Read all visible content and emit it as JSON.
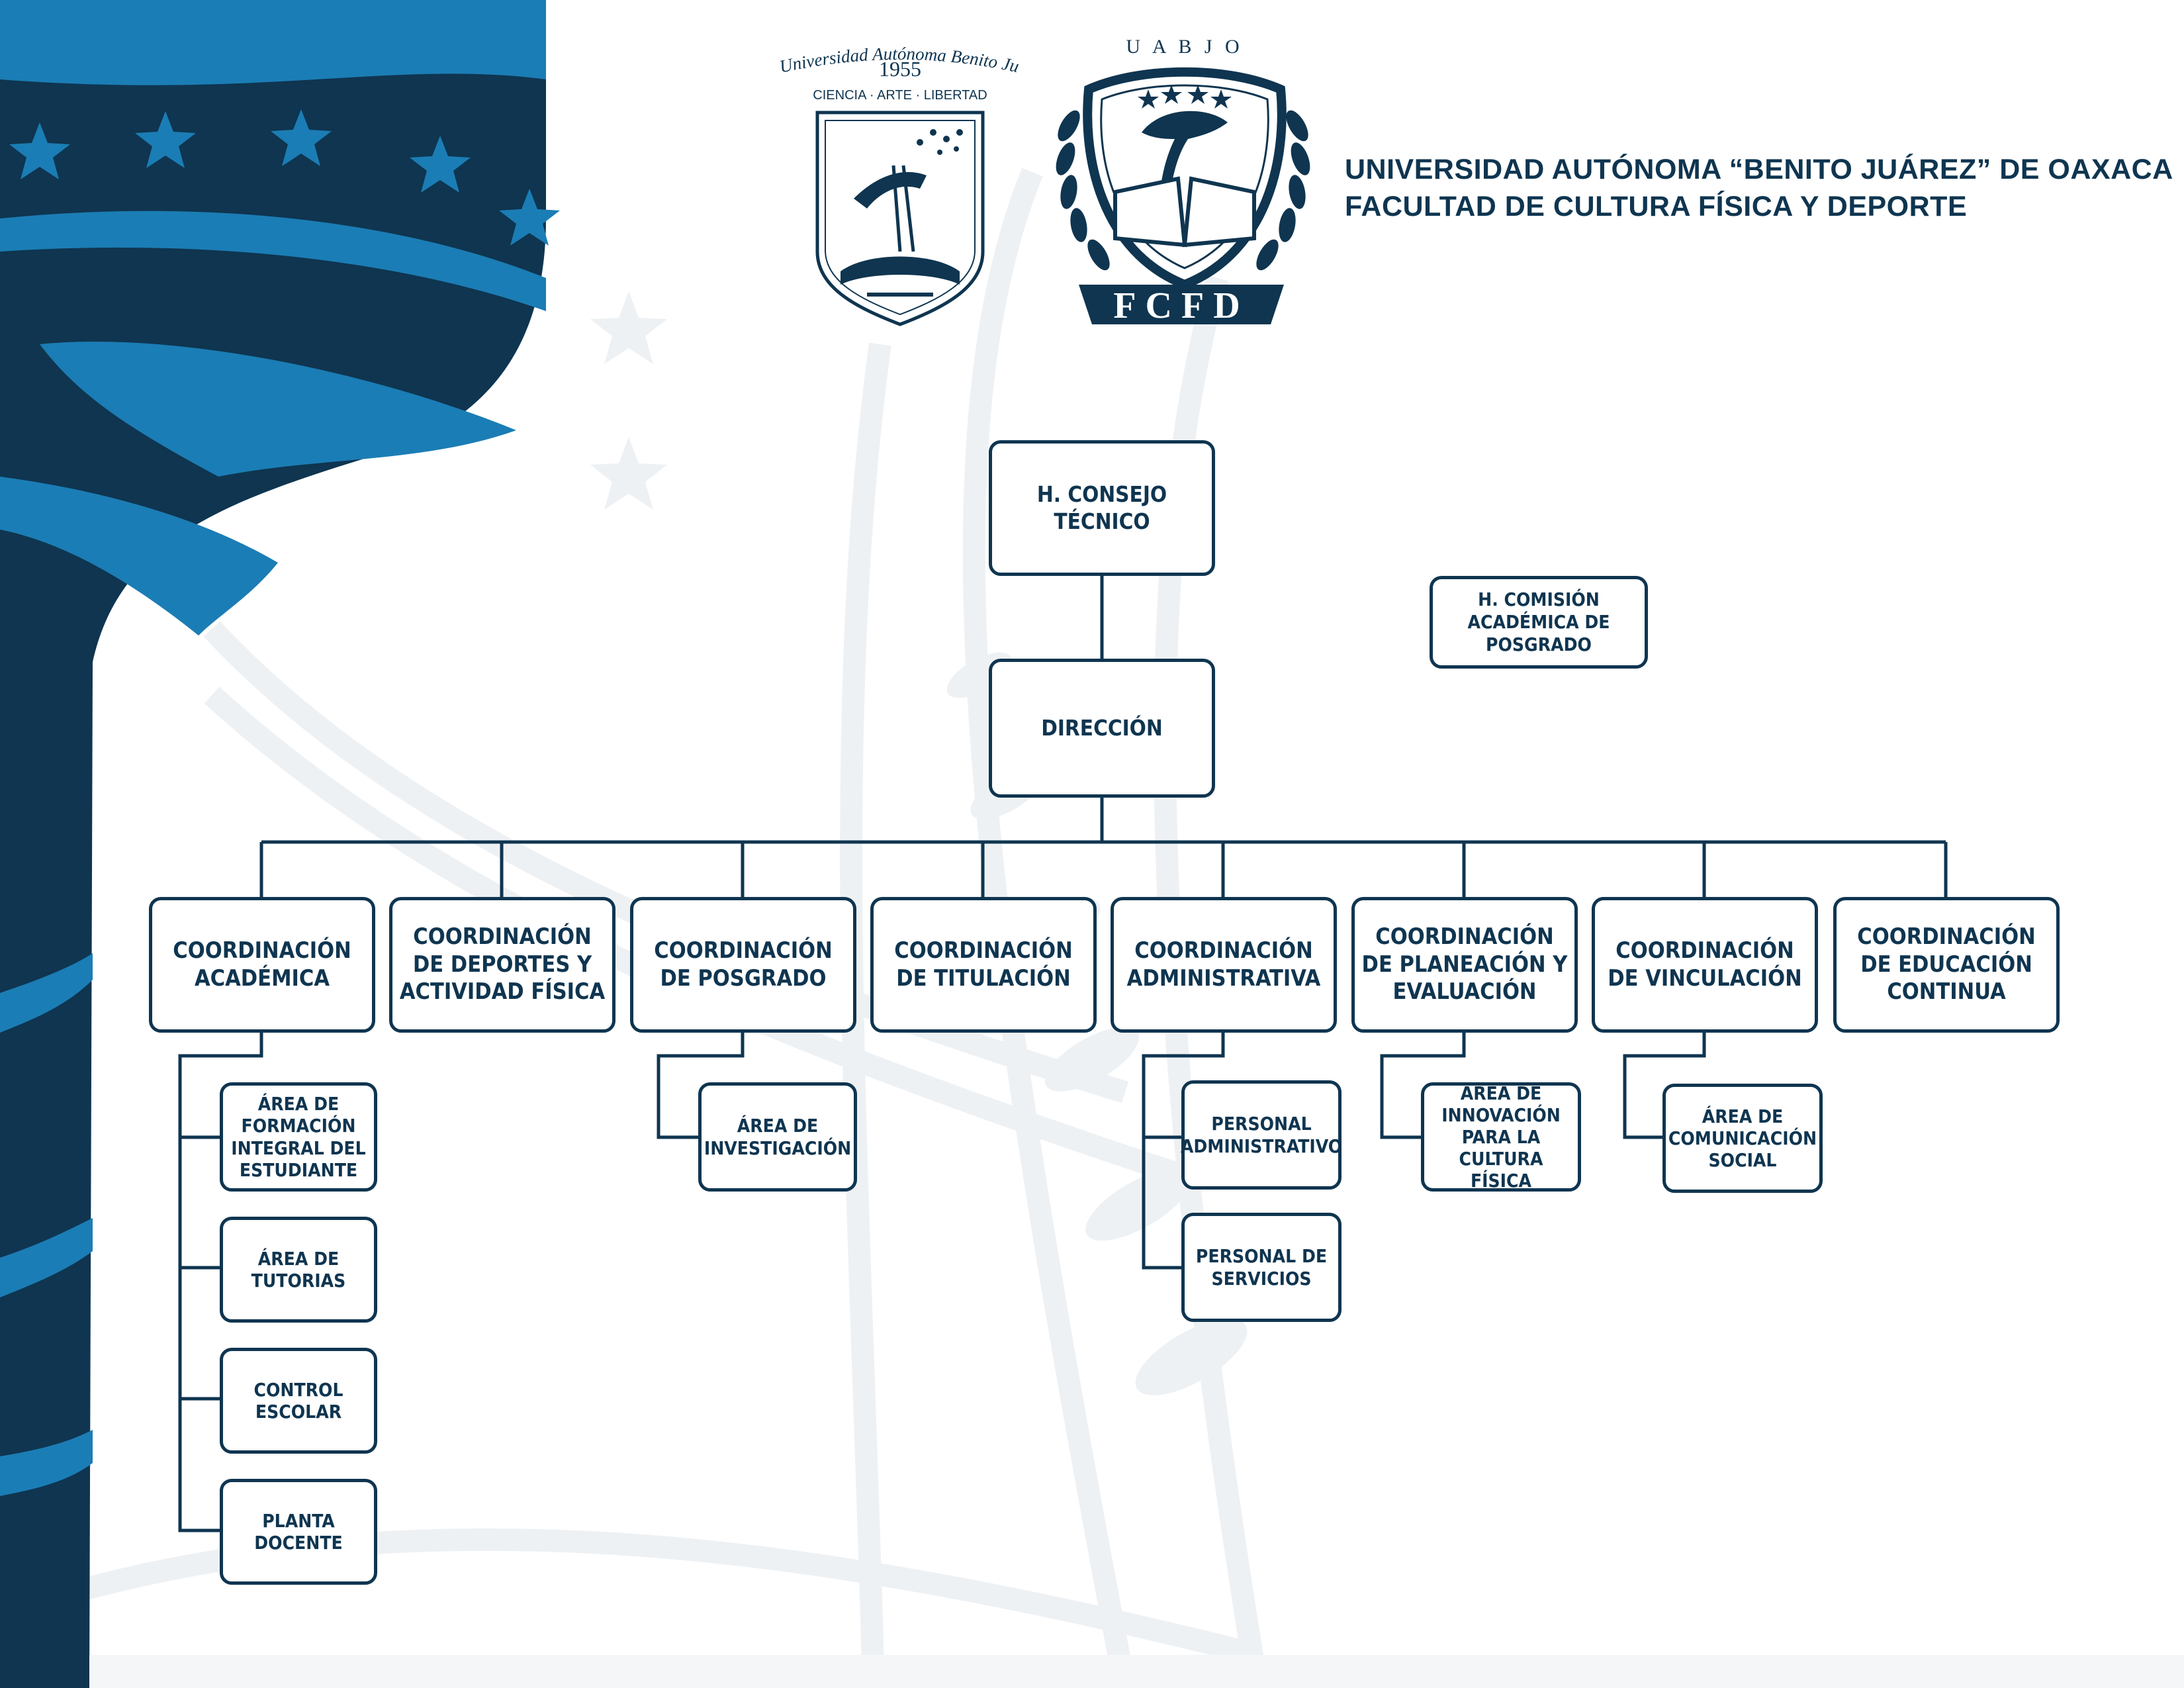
{
  "header": {
    "university": "UNIVERSIDAD AUTÓNOMA “BENITO JUÁREZ” DE OAXACA",
    "faculty": "FACULTAD DE CULTURA FÍSICA Y DEPORTE"
  },
  "logo_left": {
    "name": "Universidad Autónoma Benito Juárez de Oaxaca",
    "year": "1955",
    "motto": "CIENCIA · ARTE · LIBERTAD"
  },
  "logo_right": {
    "top": "U A B J O",
    "bottom": "FCFD"
  },
  "colors": {
    "navy": "#0f3550",
    "blue": "#1b7db5",
    "watermark": "#eef1f4"
  },
  "org": {
    "consejo": "H. CONSEJO TÉCNICO",
    "comision": "H. COMISIÓN ACADÉMICA DE POSGRADO",
    "direccion": "DIRECCIÓN",
    "coordinaciones": [
      {
        "label": "COORDINACIÓN ACADÉMICA",
        "children": [
          "ÁREA DE FORMACIÓN INTEGRAL DEL ESTUDIANTE",
          "ÁREA DE TUTORIAS",
          "CONTROL ESCOLAR",
          "PLANTA DOCENTE"
        ]
      },
      {
        "label": "COORDINACIÓN DE DEPORTES Y ACTIVIDAD FÍSICA",
        "children": []
      },
      {
        "label": "COORDINACIÓN DE POSGRADO",
        "children": [
          "ÁREA DE INVESTIGACIÓN"
        ]
      },
      {
        "label": "COORDINACIÓN DE TITULACIÓN",
        "children": []
      },
      {
        "label": "COORDINACIÓN ADMINISTRATIVA",
        "children": [
          "PERSONAL ADMINISTRATIVO",
          "PERSONAL DE SERVICIOS"
        ]
      },
      {
        "label": "COORDINACIÓN DE PLANEACIÓN Y EVALUACIÓN",
        "children": [
          "ÁREA DE INNOVACIÓN PARA LA CULTURA FÍSICA"
        ]
      },
      {
        "label": "COORDINACIÓN DE VINCULACIÓN",
        "children": [
          "ÁREA DE COMUNICACIÓN SOCIAL"
        ]
      },
      {
        "label": "COORDINACIÓN DE EDUCACIÓN CONTINUA",
        "children": []
      }
    ]
  }
}
